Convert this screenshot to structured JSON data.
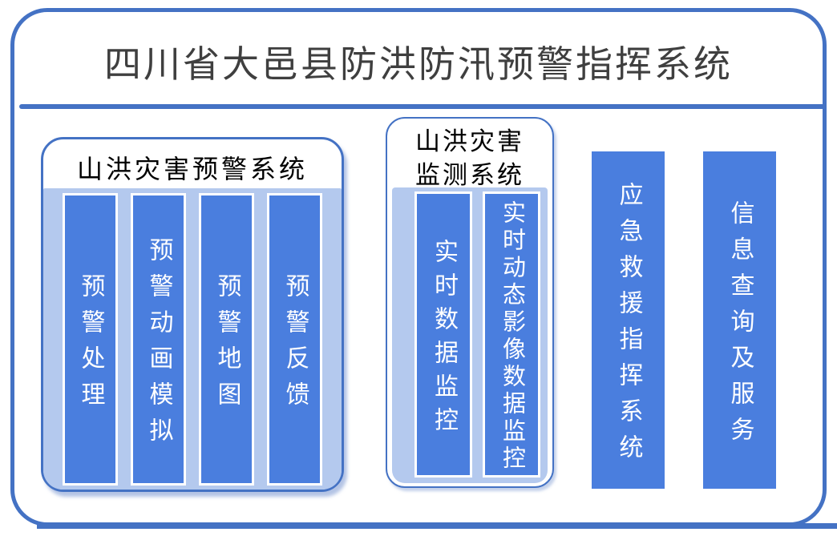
{
  "title": "四川省大邑县防洪防汛预警指挥系统",
  "colors": {
    "frame_blue": "#4472C4",
    "bar_blue": "#4A7EDE",
    "panel_light_blue": "#B4C9EE",
    "title_text_gray": "#3F3F3F",
    "bar_text_white": "#FFFFFF"
  },
  "warning_group": {
    "title": "山洪灾害预警系统",
    "bars": [
      "预警处理",
      "预警动画模拟",
      "预警地图",
      "预警反馈"
    ]
  },
  "monitor_group": {
    "title_line1": "山洪灾害",
    "title_line2": "监测系统",
    "bars": [
      "实时数据监控",
      "实时动态影像数据监控"
    ]
  },
  "standalone_bars": [
    "应急救援指挥系统",
    "信息查询及服务"
  ]
}
